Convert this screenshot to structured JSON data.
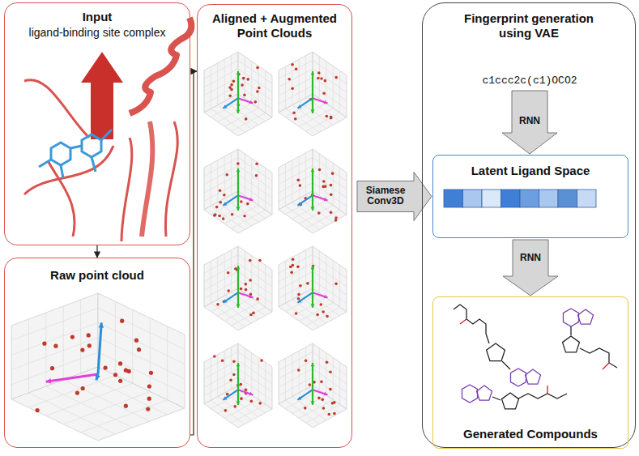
{
  "diagram": {
    "nodes": [
      {
        "text": [
          "Input",
          "ligand-binding site complex"
        ]
      },
      {
        "text": [
          "Raw point cloud"
        ]
      },
      {
        "text": [
          "Aligned + Augmented Point Clouds"
        ]
      },
      {
        "text": [
          "Fingerprint generation using VAE"
        ]
      },
      {
        "text": [
          "Latent Ligand Space"
        ],
        "in": 3
      },
      {
        "text": [
          "Generated Compounds"
        ],
        "in": 3
      }
    ],
    "edges": [
      {
        "from": 0,
        "to": 1,
        "arrow": "to"
      },
      {
        "from": 1,
        "to": 2,
        "arrow": "to"
      },
      {
        "from": 2,
        "to": 4,
        "label": "Siamese Conv3D",
        "arrow": "to"
      },
      {
        "from": 4,
        "to": 5,
        "label": "RNN",
        "arrow": "to"
      }
    ],
    "labels": [
      "c1ccc2c(c1)OCO2",
      "RNN"
    ]
  }
}
